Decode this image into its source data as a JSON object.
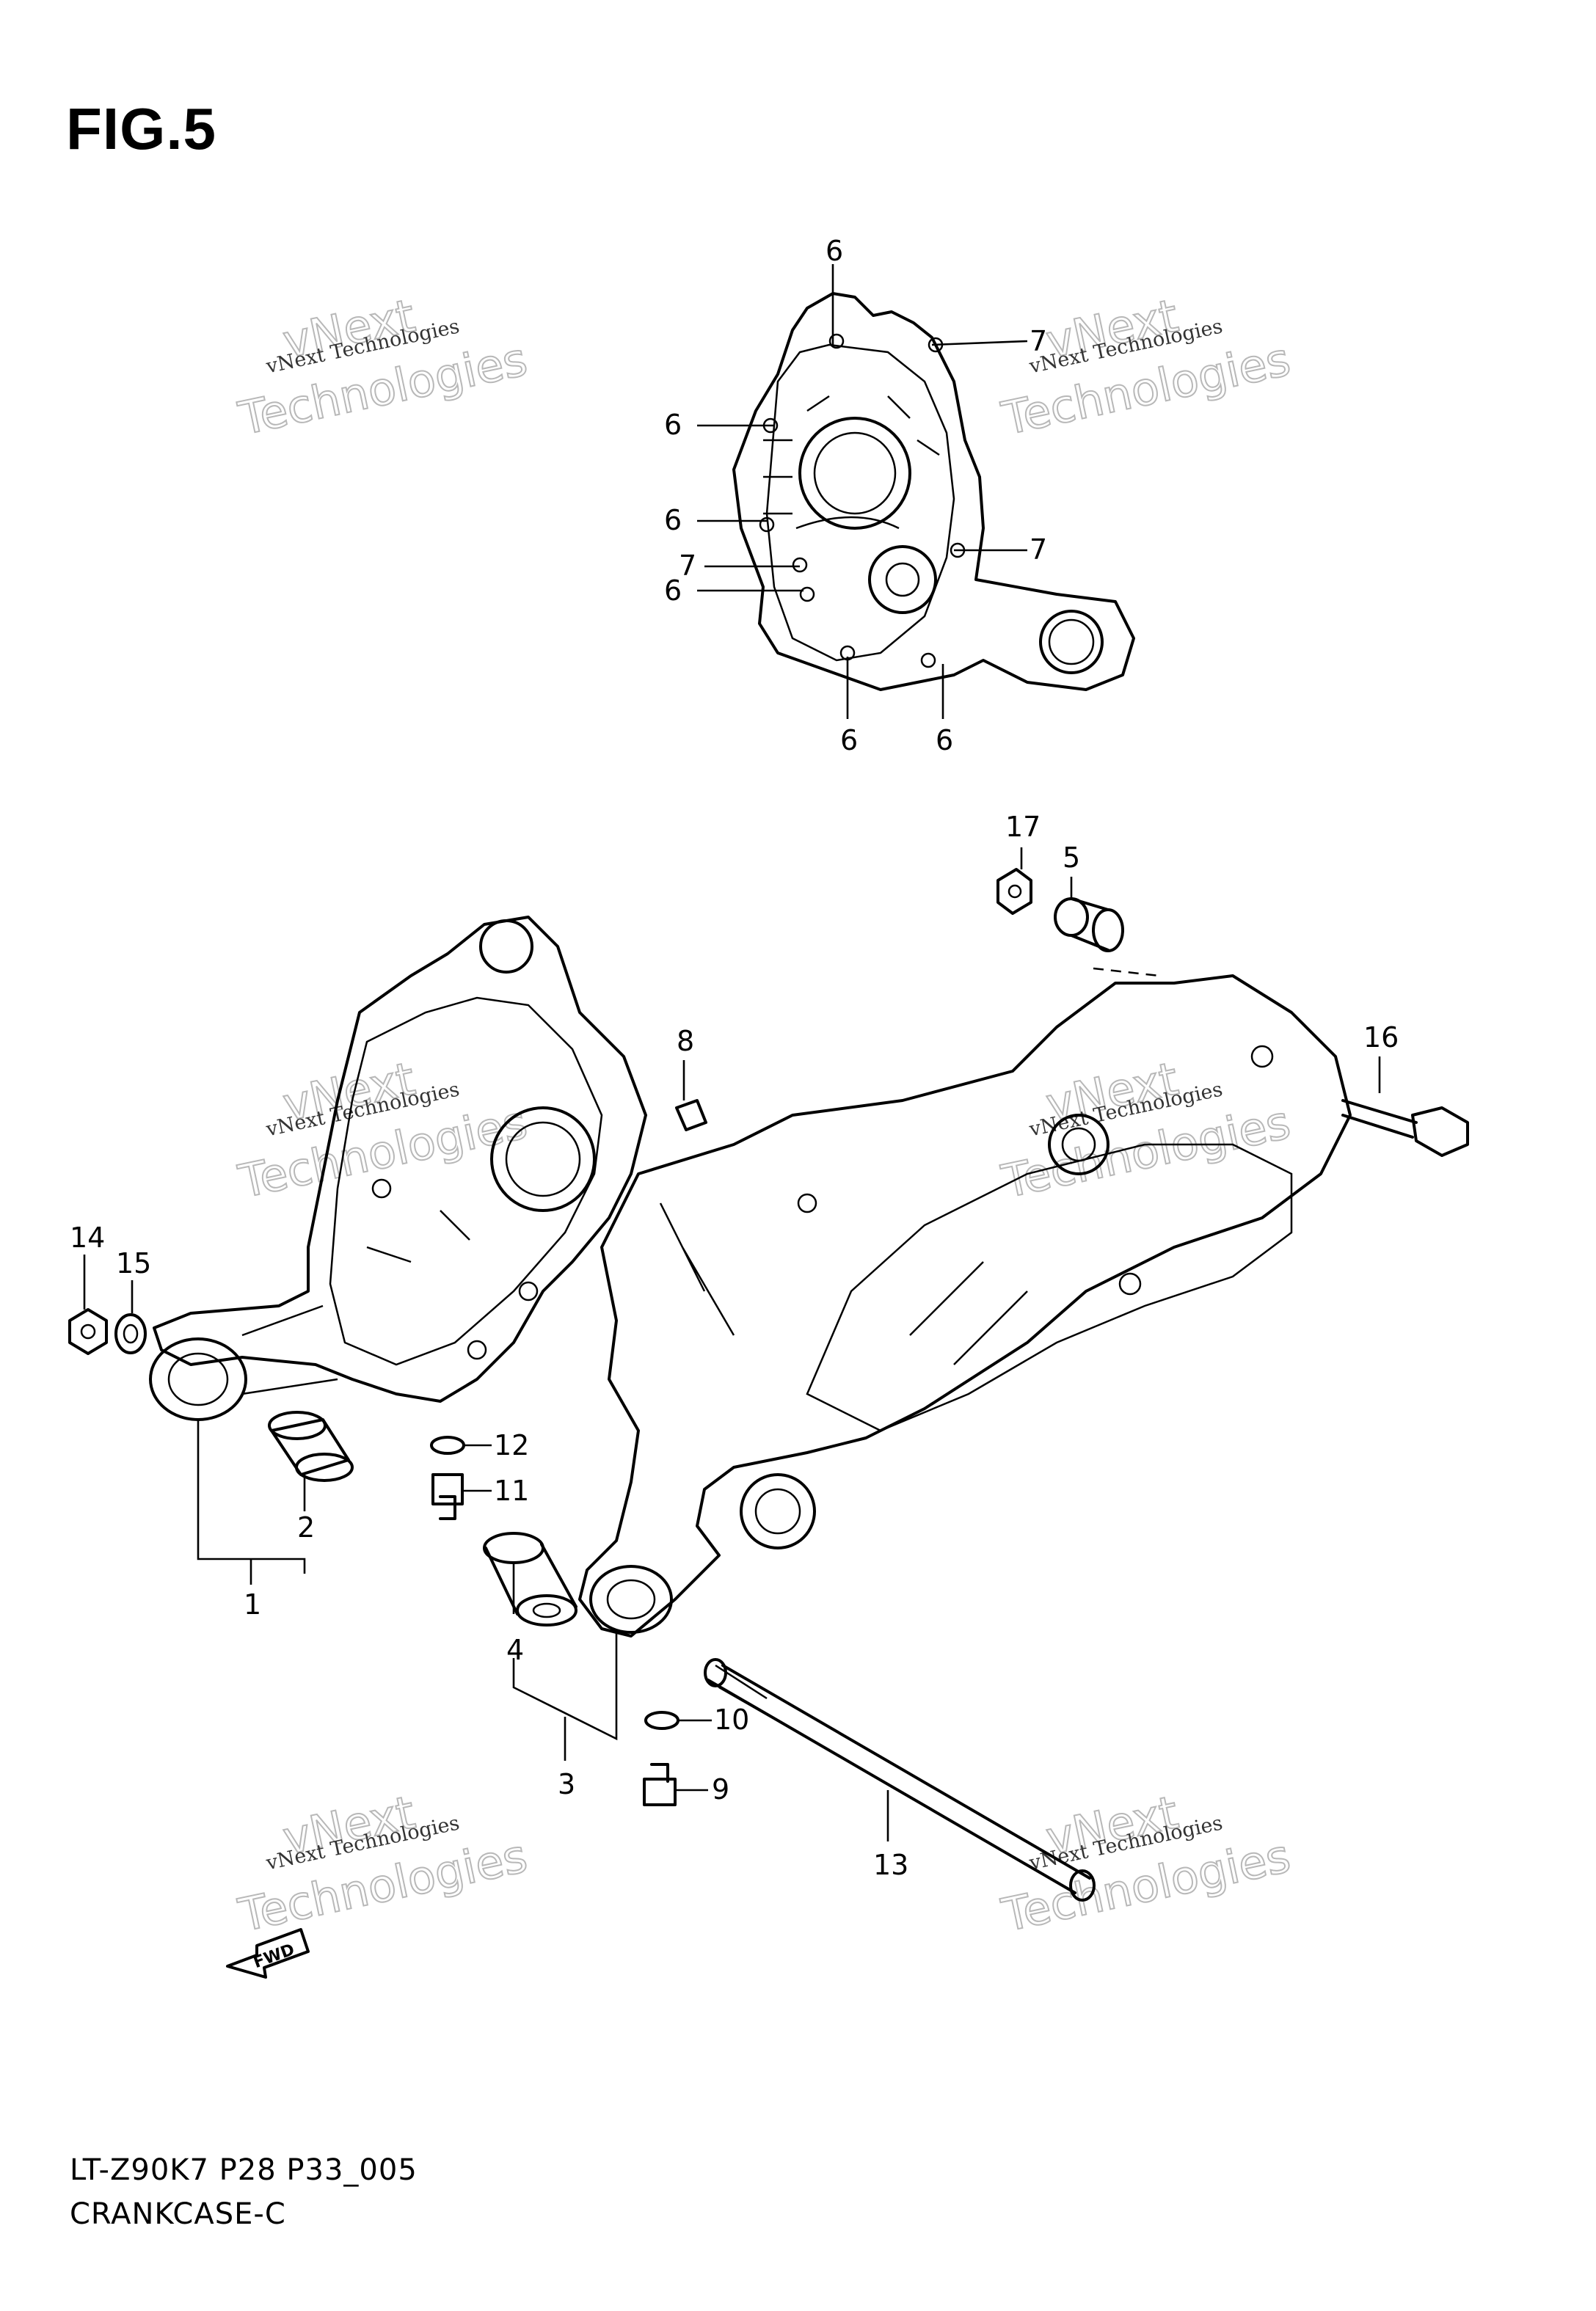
{
  "figure_title": "FIG.5",
  "footer": {
    "model_code": "LT-Z90K7 P28 P33_005",
    "section_name": "CRANKCASE-C"
  },
  "watermark": {
    "line1": "vNext Technologies",
    "line2": "vNext",
    "line3": "Technologies"
  },
  "fwd_label": "FWD",
  "callouts": {
    "c1": "1",
    "c2": "2",
    "c3": "3",
    "c4": "4",
    "c5": "5",
    "c6": "6",
    "c7": "7",
    "c8": "8",
    "c9": "9",
    "c10": "10",
    "c11": "11",
    "c12": "12",
    "c13": "13",
    "c14": "14",
    "c15": "15",
    "c16": "16",
    "c17": "17"
  }
}
